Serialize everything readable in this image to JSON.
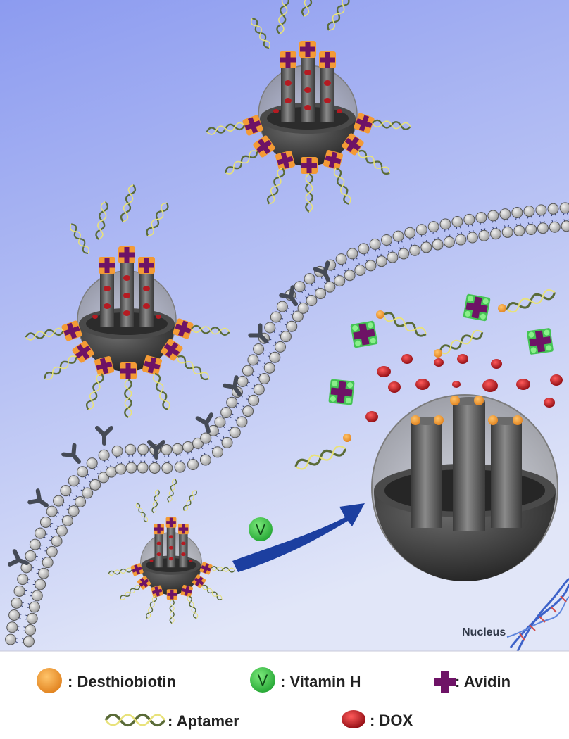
{
  "scene": {
    "nucleus_label": "Nucleus",
    "vitamin_symbol": "V"
  },
  "legend": {
    "desthiobiotin": ": Desthiobiotin",
    "vitamin_h": ": Vitamin H",
    "avidin": ": Avidin",
    "aptamer": ": Aptamer",
    "dox": ": DOX",
    "vitamin_symbol": "V"
  },
  "colors": {
    "background_top": "#8f9ef2",
    "background_bottom": "#dde3f8",
    "desthiobiotin": "#f29a30",
    "vitamin_h": "#3fc84f",
    "avidin": "#6e1366",
    "dox": "#b5131b",
    "capsule_dark": "#3d3d3d",
    "lipid_head": "#c8c8c8",
    "arrow": "#1c3fa0",
    "dna": "#3d62c9"
  },
  "icons": [
    "desthiobiotin-icon",
    "vitamin-h-icon",
    "avidin-icon",
    "aptamer-icon",
    "dox-icon",
    "release-arrow-icon",
    "dna-helix-icon",
    "receptor-icon"
  ]
}
